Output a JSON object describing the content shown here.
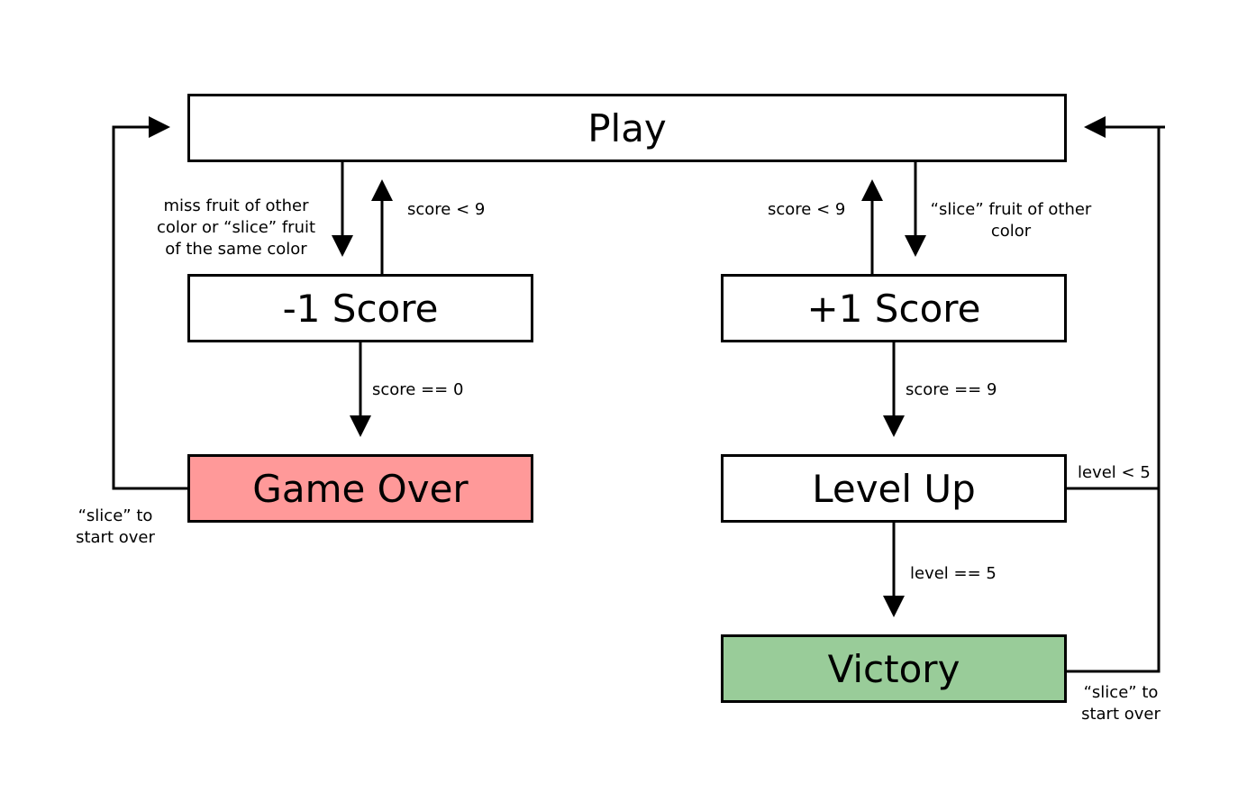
{
  "colors": {
    "game_over_fill": "#ff9999",
    "victory_fill": "#99cc99",
    "stroke": "#000000"
  },
  "nodes": {
    "play": "Play",
    "minus_score": "-1 Score",
    "plus_score": "+1 Score",
    "game_over": "Game Over",
    "level_up": "Level Up",
    "victory": "Victory"
  },
  "edges": {
    "play_to_minus": {
      "line1": "miss fruit of other",
      "line2": "color  or “slice” fruit",
      "line3": "of the same color"
    },
    "minus_to_play": "score < 9",
    "plus_to_play": "score < 9",
    "play_to_plus": {
      "line1": "“slice” fruit of other",
      "line2": "color"
    },
    "minus_to_over": "score == 0",
    "plus_to_level": "score == 9",
    "over_to_play": {
      "line1": "“slice” to",
      "line2": "start over"
    },
    "level_to_play": "level < 5",
    "level_to_victory": "level == 5",
    "victory_to_play": {
      "line1": "“slice” to",
      "line2": "start over"
    }
  }
}
